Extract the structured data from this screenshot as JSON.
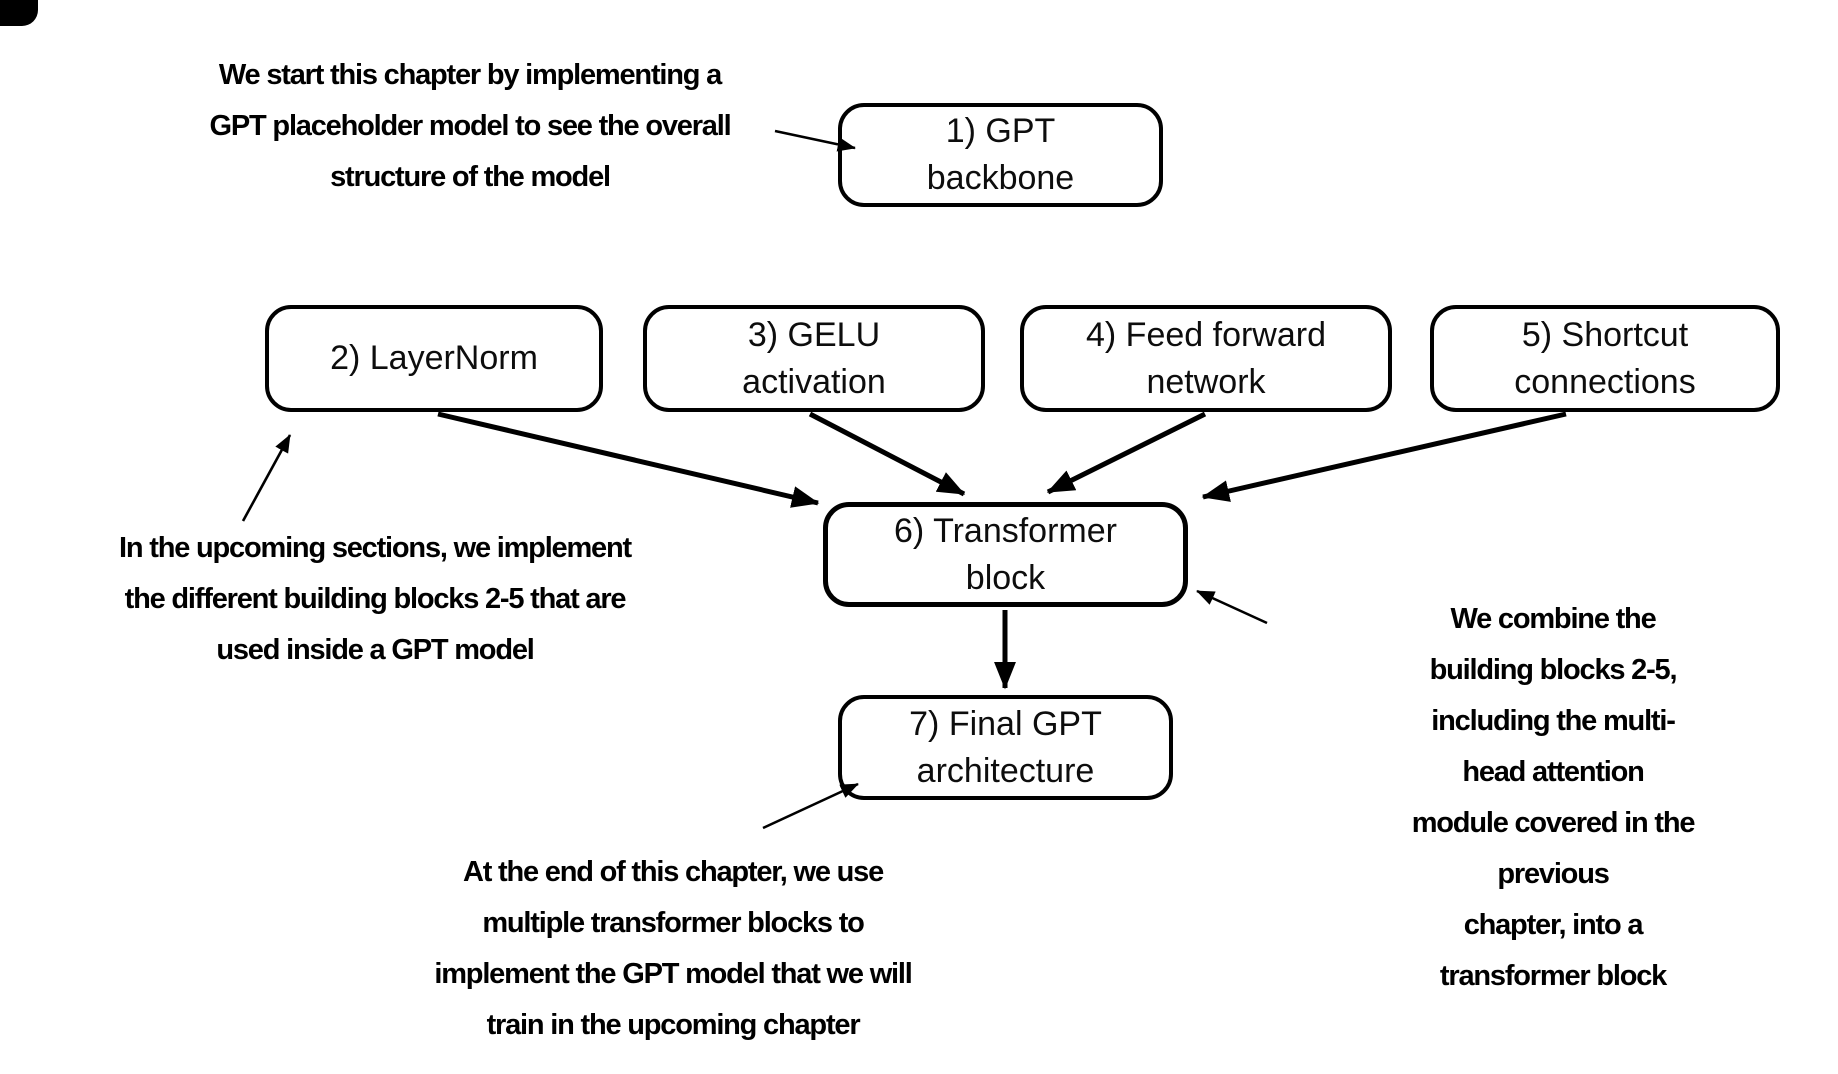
{
  "colors": {
    "ink": "#000000",
    "background": "#ffffff"
  },
  "nodes": {
    "gpt_backbone": {
      "label": "1) GPT\nbackbone"
    },
    "layernorm": {
      "label": "2) LayerNorm"
    },
    "gelu": {
      "label": "3) GELU\nactivation"
    },
    "feed_forward": {
      "label": "4) Feed forward\nnetwork"
    },
    "shortcut": {
      "label": "5) Shortcut\nconnections"
    },
    "transformer_block": {
      "label": "6) Transformer\nblock"
    },
    "final_gpt": {
      "label": "7) Final GPT\narchitecture"
    }
  },
  "annotations": {
    "backbone_note": {
      "text": "We start this chapter by implementing a\nGPT placeholder model to see the overall\nstructure of the model"
    },
    "blocks_note": {
      "text": "In the upcoming sections, we implement\nthe different building blocks 2-5 that are\nused inside a GPT model"
    },
    "transformer_note": {
      "text": "We combine the building blocks 2-5,\nincluding the multi-head attention\nmodule covered in the previous\nchapter, into a transformer block"
    },
    "final_note": {
      "text": "At the end of this chapter, we use\nmultiple transformer blocks to\nimplement the GPT model that we will\ntrain in the upcoming chapter"
    }
  },
  "edges": [
    {
      "from": "layernorm",
      "to": "transformer_block"
    },
    {
      "from": "gelu",
      "to": "transformer_block"
    },
    {
      "from": "feed_forward",
      "to": "transformer_block"
    },
    {
      "from": "shortcut",
      "to": "transformer_block"
    },
    {
      "from": "transformer_block",
      "to": "final_gpt"
    },
    {
      "from": "backbone_note",
      "to": "gpt_backbone"
    },
    {
      "from": "blocks_note",
      "to": "layernorm"
    },
    {
      "from": "transformer_note",
      "to": "transformer_block"
    },
    {
      "from": "final_note",
      "to": "final_gpt"
    }
  ]
}
